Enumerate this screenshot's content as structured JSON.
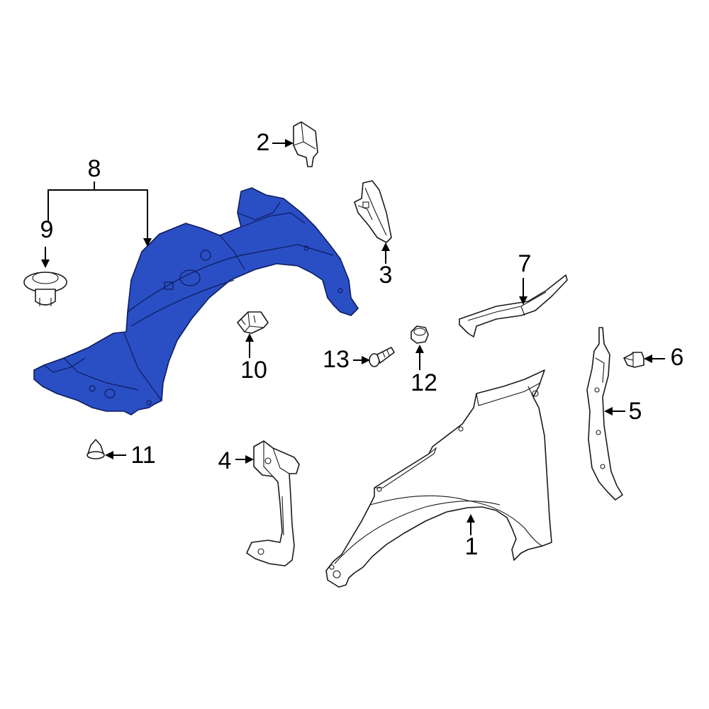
{
  "diagram": {
    "highlight_color": "#2a4ec4",
    "line_color": "#1a1a1a",
    "callouts": [
      {
        "id": "c1",
        "label": "1"
      },
      {
        "id": "c2",
        "label": "2"
      },
      {
        "id": "c3",
        "label": "3"
      },
      {
        "id": "c4",
        "label": "4"
      },
      {
        "id": "c5",
        "label": "5"
      },
      {
        "id": "c6",
        "label": "6"
      },
      {
        "id": "c7",
        "label": "7"
      },
      {
        "id": "c8",
        "label": "8"
      },
      {
        "id": "c9",
        "label": "9"
      },
      {
        "id": "c10",
        "label": "10"
      },
      {
        "id": "c11",
        "label": "11"
      },
      {
        "id": "c12",
        "label": "12"
      },
      {
        "id": "c13",
        "label": "13"
      }
    ]
  }
}
